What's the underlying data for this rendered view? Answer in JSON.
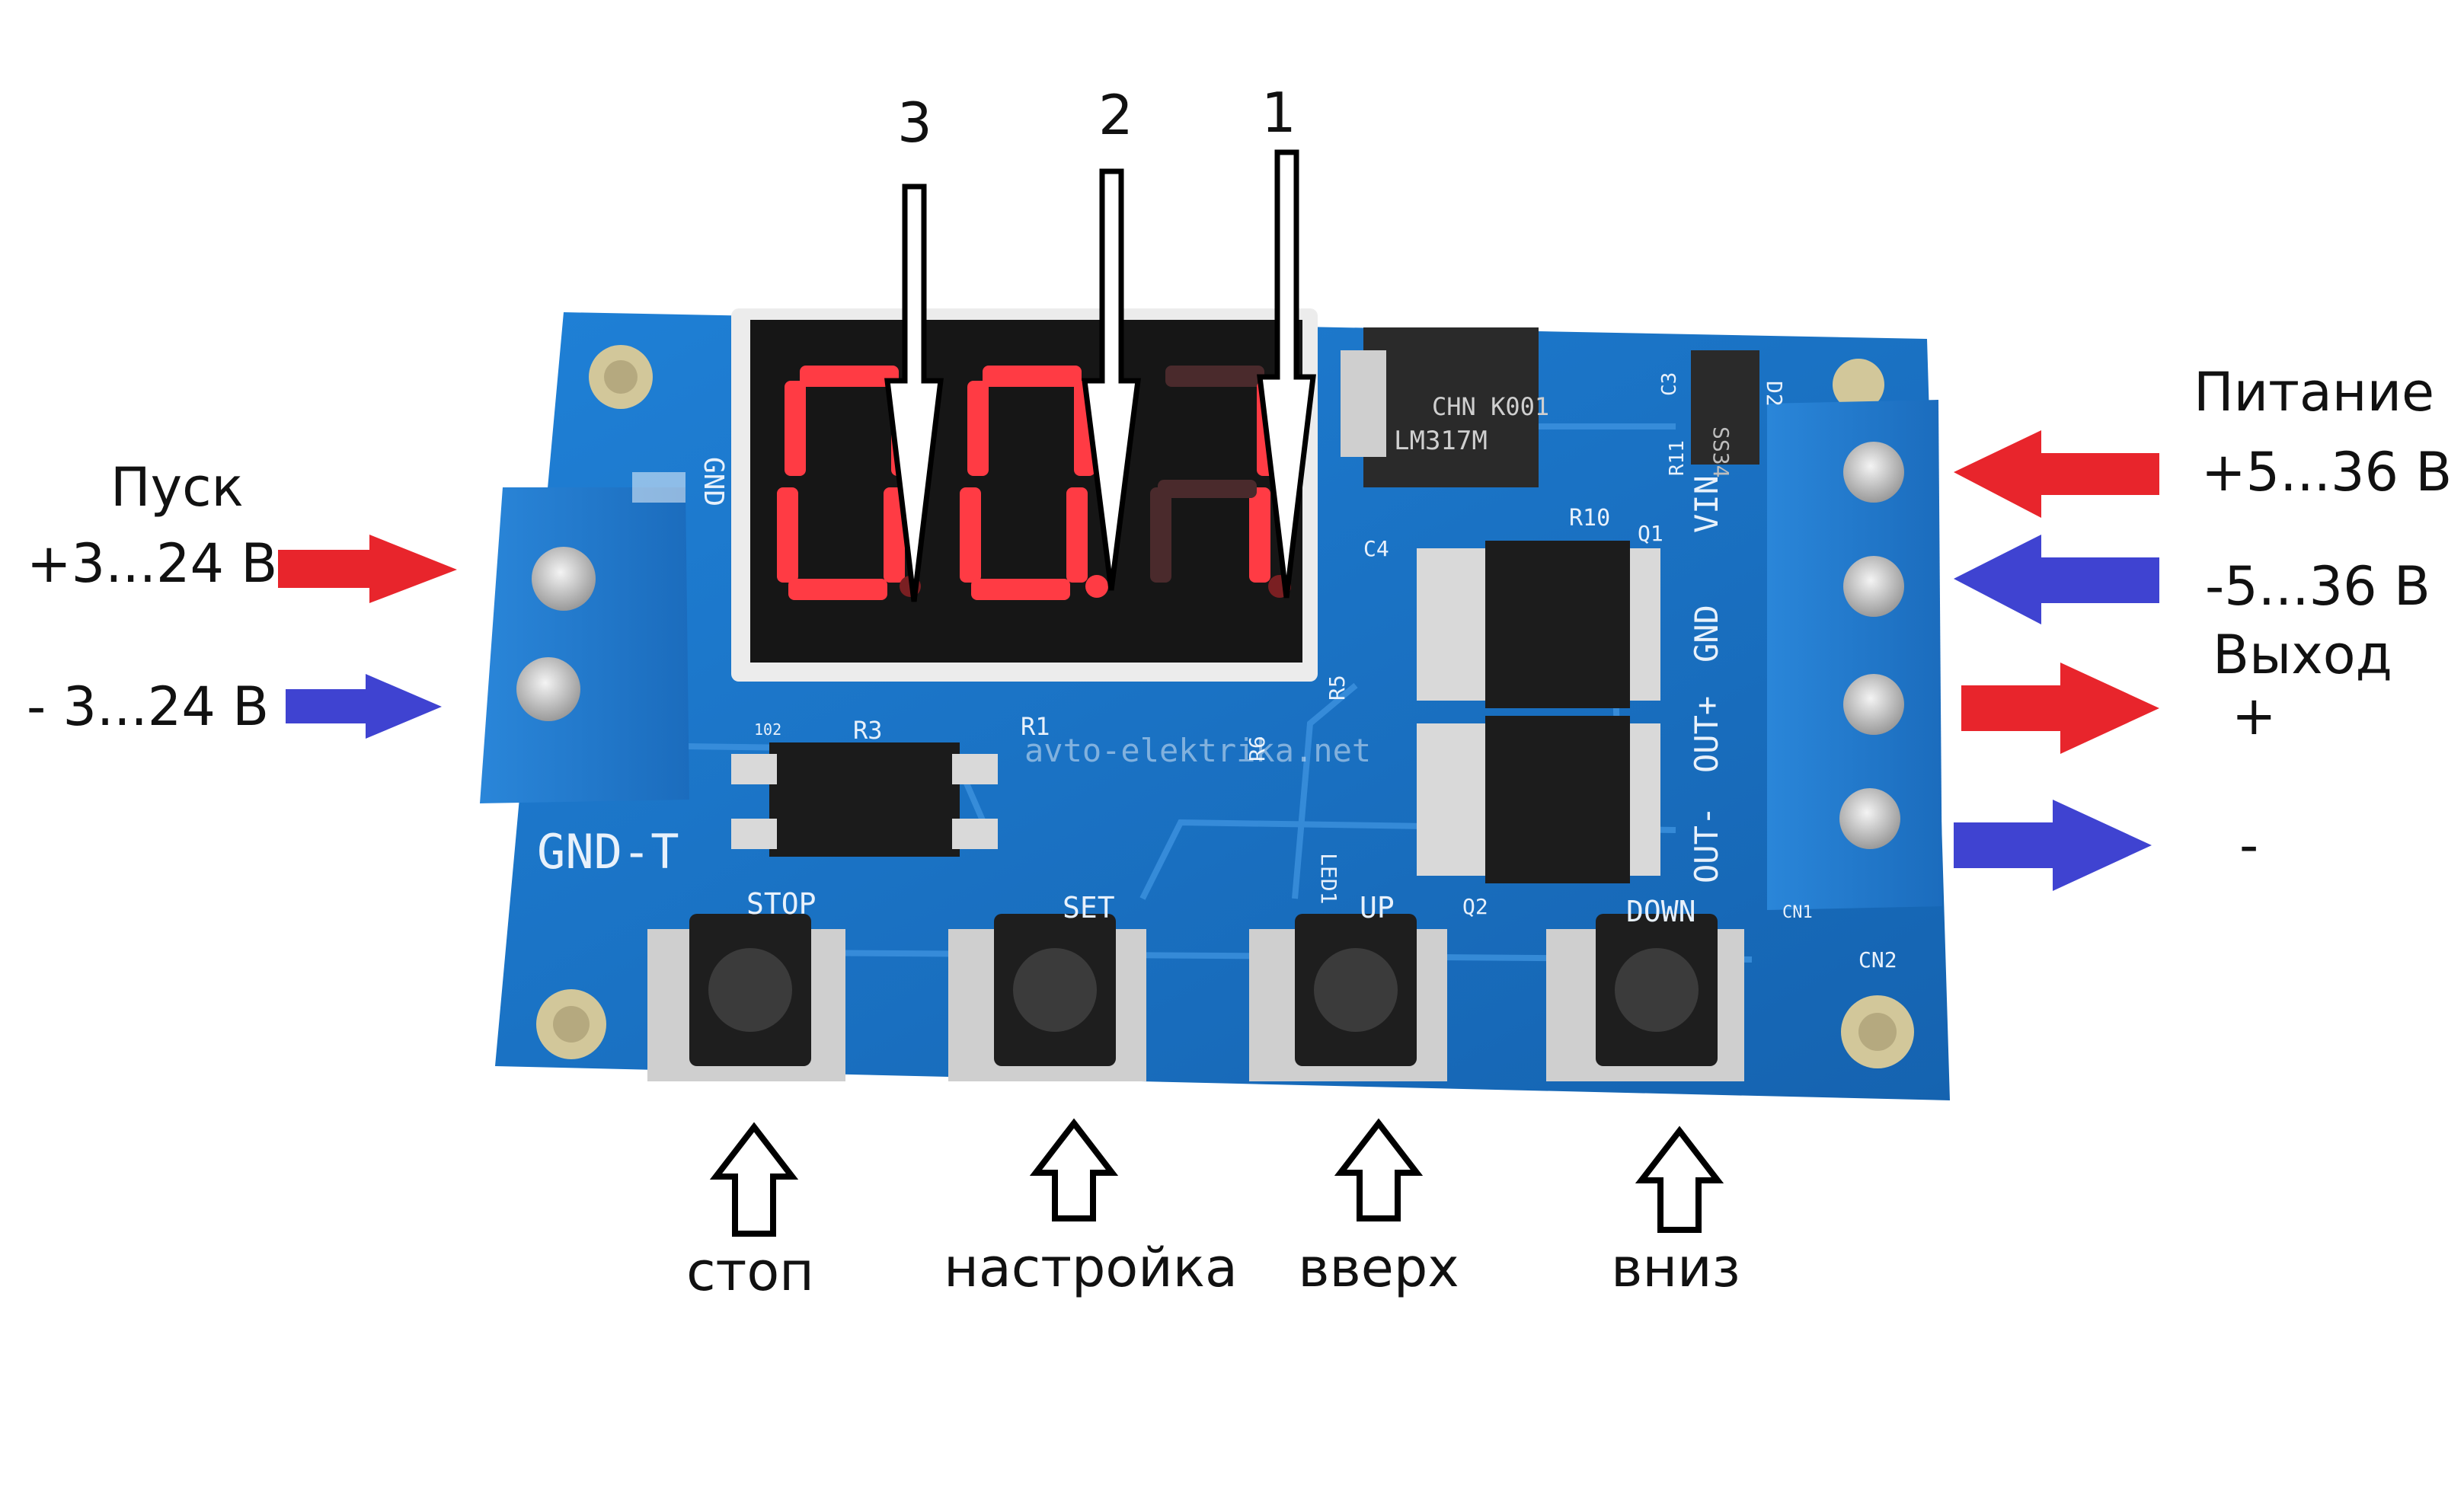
{
  "digit_markers": [
    "3",
    "2",
    "1"
  ],
  "left_labels": {
    "start_title": "Пуск",
    "start_plus": "+3...24 В",
    "start_minus": "- 3...24 В"
  },
  "right_labels": {
    "power_title": "Питание",
    "power_plus": "+5...36 В",
    "power_minus": "-5...36 В",
    "output_title": "Выход",
    "output_plus": "+",
    "output_minus": "-"
  },
  "buttons": [
    {
      "silk": "STOP",
      "caption": "стоп"
    },
    {
      "silk": "SET",
      "caption": "настройка"
    },
    {
      "silk": "UP",
      "caption": "вверх"
    },
    {
      "silk": "DOWN",
      "caption": "вниз"
    }
  ],
  "board_silk": {
    "gnd_t": "GND-T",
    "gnd": "GND",
    "vin": "VIN",
    "gnd2": "GND",
    "out_plus": "OUT+",
    "out_minus": "OUT-",
    "regulator": "LM317M",
    "reg_code": "CHN K001",
    "diode": "SS34",
    "r3": "R3",
    "r1": "R1",
    "r5": "R5",
    "r6": "R6",
    "r10": "R10",
    "r11": "R11",
    "c3": "C3",
    "c4": "C4",
    "d2": "D2",
    "q1": "Q1",
    "q2": "Q2",
    "led1": "LED1",
    "cn2": "CN2",
    "cn1": "CN1",
    "r102": "102"
  },
  "watermark": "avto-elektrika.net",
  "colors": {
    "pcb": "#1a74c9",
    "terminal": "#2e88d8",
    "seg_on": "#ff3b44",
    "arrow_red": "#e8252c",
    "arrow_blue": "#3f43d1"
  }
}
